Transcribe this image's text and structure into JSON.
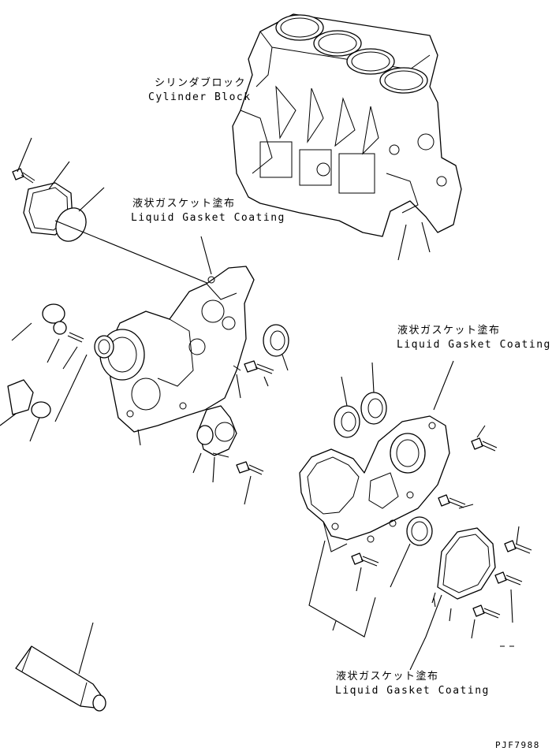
{
  "labels": {
    "cylinder_block_jp": "シリンダブロック",
    "cylinder_block_en": "Cylinder Block",
    "gasket_1_jp": "液状ガスケット塗布",
    "gasket_1_en": "Liquid Gasket Coating",
    "gasket_2_jp": "液状ガスケット塗布",
    "gasket_2_en": "Liquid Gasket Coating",
    "gasket_3_jp": "液状ガスケット塗布",
    "gasket_3_en": "Liquid Gasket Coating",
    "drawing_code": "PJF7988"
  },
  "colors": {
    "line": "#000000",
    "background": "#ffffff"
  }
}
